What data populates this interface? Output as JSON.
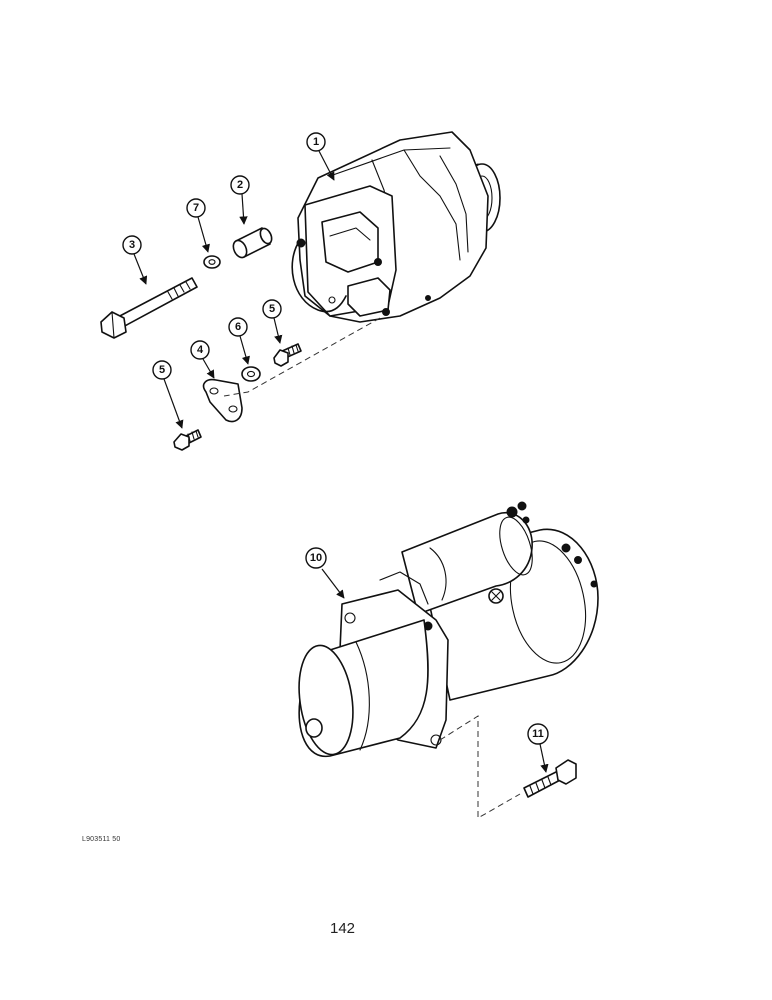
{
  "callouts": [
    "1",
    "2",
    "3",
    "4",
    "5",
    "5",
    "6",
    "7",
    "10",
    "11"
  ],
  "figure_code": "L903511 50",
  "page_number": "142"
}
